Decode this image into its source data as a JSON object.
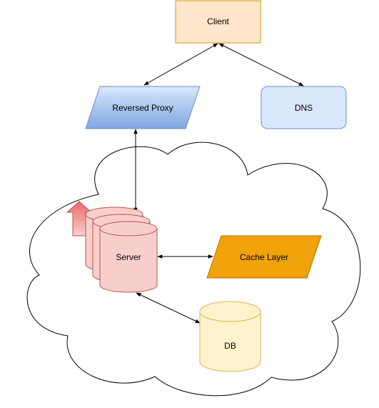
{
  "diagram": {
    "nodes": {
      "client": {
        "label": "Client",
        "shape": "rectangle",
        "fill": "#ffe6cc",
        "stroke": "#d79b00"
      },
      "proxy": {
        "label": "Reversed Proxy",
        "shape": "parallelogram",
        "fill": "#dae8fc",
        "fill_end": "#7ea6e0",
        "stroke": "#6c8ebf"
      },
      "dns": {
        "label": "DNS",
        "shape": "rounded-rectangle",
        "fill": "#dae8fc",
        "stroke": "#6c8ebf"
      },
      "server": {
        "label": "Server",
        "shape": "stacked-cylinders",
        "fill": "#f8cecc",
        "stroke": "#b85450"
      },
      "cache": {
        "label": "Cache Layer",
        "shape": "parallelogram",
        "fill": "#f0a30a",
        "stroke": "#bd7000"
      },
      "db": {
        "label": "DB",
        "shape": "cylinder",
        "fill": "#fff2cc",
        "stroke": "#d6b656"
      },
      "cloud": {
        "label": "",
        "shape": "cloud",
        "fill": "#ffffff",
        "stroke": "#000000"
      },
      "scale_arrow": {
        "label": "",
        "shape": "up-arrow",
        "fill": "#ea6b66",
        "fill_start": "#f8cecc",
        "stroke": "#b85450"
      }
    },
    "edges": [
      {
        "from": "client",
        "to": "proxy",
        "direction": "both"
      },
      {
        "from": "client",
        "to": "dns",
        "direction": "both"
      },
      {
        "from": "proxy",
        "to": "server",
        "direction": "both"
      },
      {
        "from": "server",
        "to": "cache",
        "direction": "both"
      },
      {
        "from": "server",
        "to": "db",
        "direction": "both"
      }
    ]
  }
}
